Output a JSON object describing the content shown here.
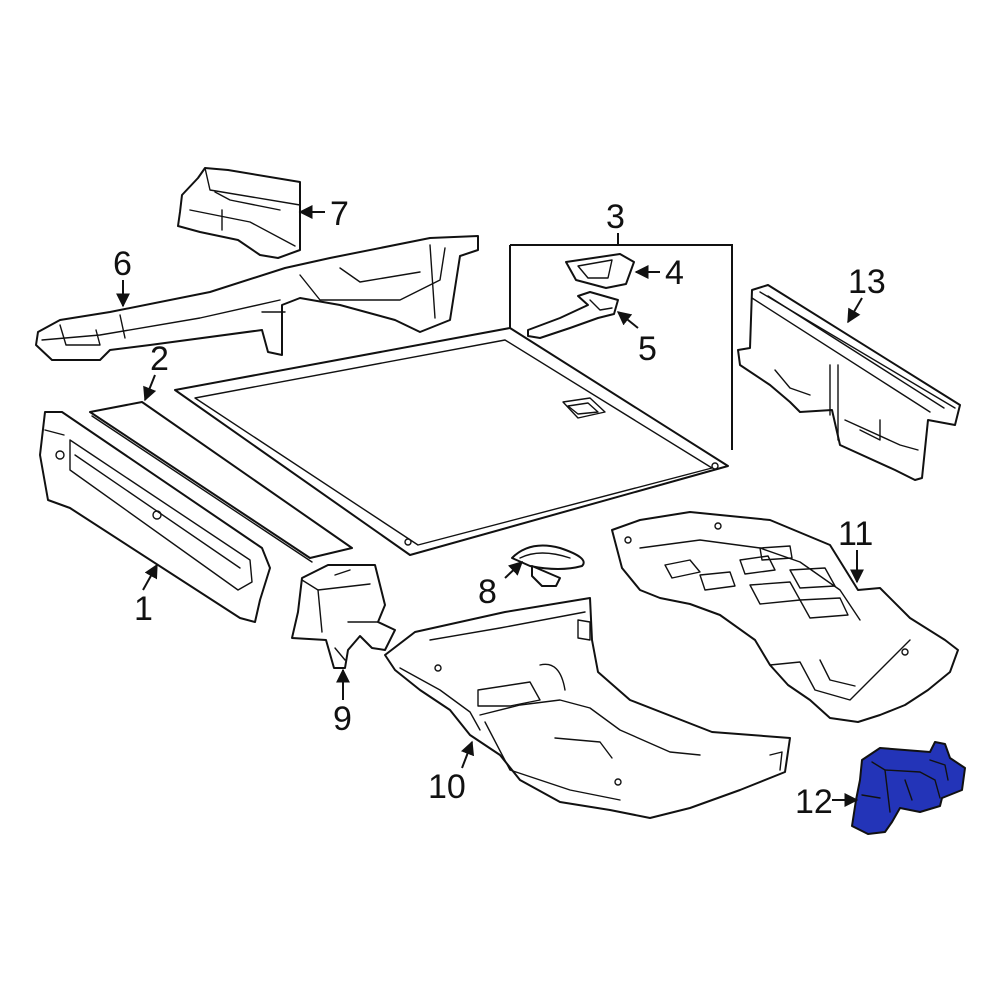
{
  "callouts": {
    "c1": "1",
    "c2": "2",
    "c3": "3",
    "c4": "4",
    "c5": "5",
    "c6": "6",
    "c7": "7",
    "c8": "8",
    "c9": "9",
    "c10": "10",
    "c11": "11",
    "c12": "12",
    "c13": "13"
  },
  "colors": {
    "line": "#111111",
    "background": "#ffffff",
    "highlighted_part": "#2334b8"
  }
}
